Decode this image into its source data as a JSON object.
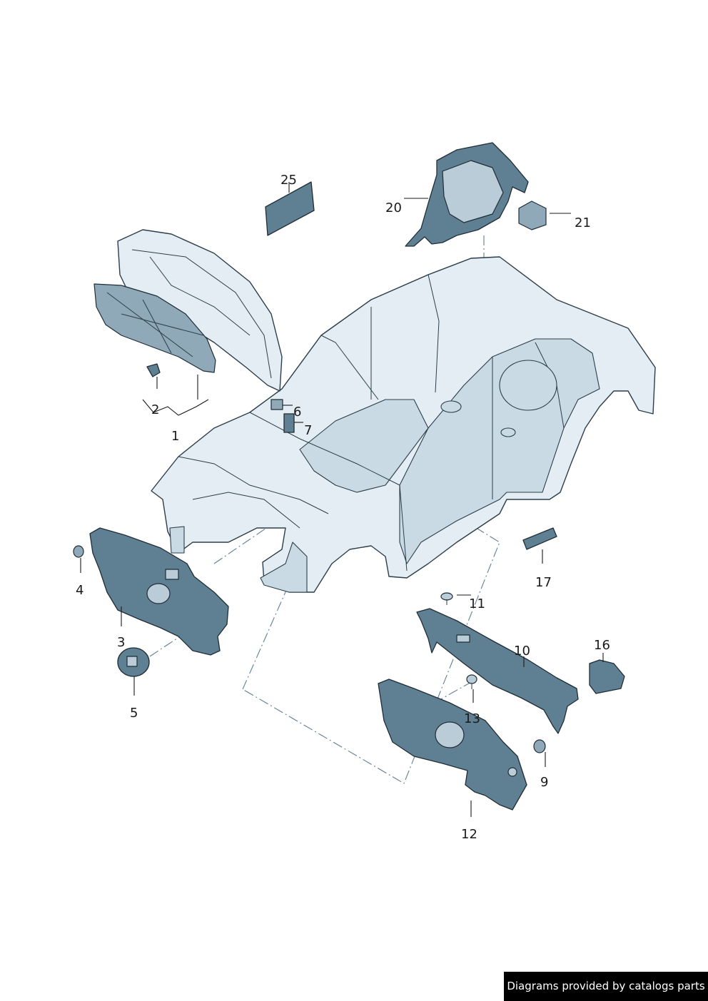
{
  "callouts": [
    {
      "id": "1",
      "label": "1"
    },
    {
      "id": "2",
      "label": "2"
    },
    {
      "id": "3",
      "label": "3"
    },
    {
      "id": "4",
      "label": "4"
    },
    {
      "id": "5",
      "label": "5"
    },
    {
      "id": "6",
      "label": "6"
    },
    {
      "id": "7",
      "label": "7"
    },
    {
      "id": "9",
      "label": "9"
    },
    {
      "id": "10",
      "label": "10"
    },
    {
      "id": "11",
      "label": "11"
    },
    {
      "id": "12",
      "label": "12"
    },
    {
      "id": "13",
      "label": "13"
    },
    {
      "id": "16",
      "label": "16"
    },
    {
      "id": "17",
      "label": "17"
    },
    {
      "id": "20",
      "label": "20"
    },
    {
      "id": "21",
      "label": "21"
    },
    {
      "id": "25",
      "label": "25"
    }
  ],
  "footer": {
    "text": "Diagrams provided by catalogs parts"
  },
  "colors": {
    "line": "#2c3e4a",
    "body_light": "#e3edf3",
    "panel_dark": "#5f7f92",
    "dash": "#5f7f92",
    "footer_bg": "#000000"
  }
}
